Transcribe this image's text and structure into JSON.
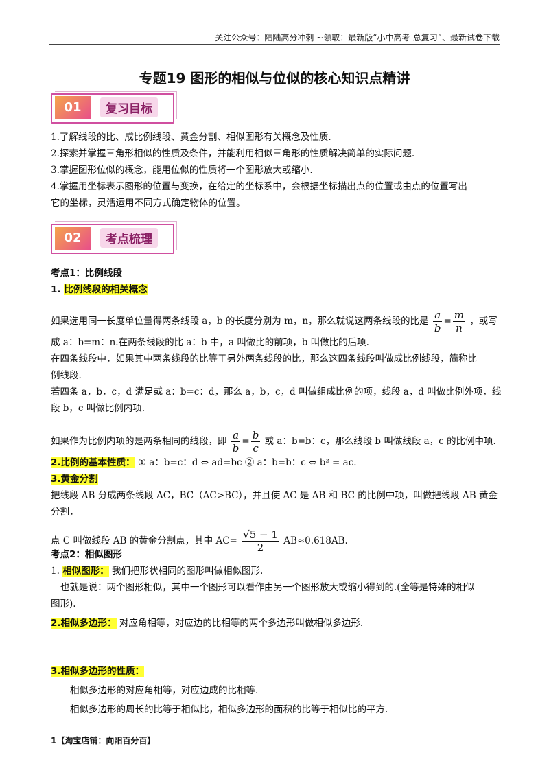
{
  "header": "关注公众号：陆陆高分冲刺  ~领取：最新版“小中高考-总复习”、最新试卷下载",
  "title": "专题19  图形的相似与位似的核心知识点精讲",
  "section1": {
    "num": "01",
    "label": "复习目标"
  },
  "goals": [
    "1.了解线段的比、成比例线段、黄金分割、相似图形有关概念及性质.",
    "2.探索并掌握三角形相似的性质及条件，并能利用相似三角形的性质解决简单的实际问题.",
    "3.掌握图形位似的概念，能用位似的性质将一个图形放大或缩小.",
    "4.掌握用坐标表示图形的位置与变换，在给定的坐标系中，会根据坐标描出点的位置或由点的位置写出",
    "它的坐标，灵活运用不同方式确定物体的位置。"
  ],
  "section2": {
    "num": "02",
    "label": "考点梳理"
  },
  "kp1": {
    "title": "考点1：比例线段",
    "h1_num": "1.",
    "h1": "比例线段的相关概念",
    "l1a": "如果选用同一长度单位量得两条线段 a，b 的长度分别为 m，n，那么就说这两条线段的比是",
    "frac_a": "a",
    "frac_b": "b",
    "frac_m": "m",
    "frac_n": "n",
    "l1b": "，或写",
    "l2": "成 a：b=m：n.在两条线段的比 a：b 中，a 叫做比的前项，b 叫做比的后项.",
    "l3": "在四条线段中，如果其中两条线段的比等于另外两条线段的比，那么这四条线段叫做成比例线段，简称比",
    "l4": "例线段.",
    "l5": "若四条 a，b，c，d 满足或 a：b=c：d，那么 a，b，c，d 叫做组成比例的项，线段 a，d 叫做比例外项，线",
    "l6": "段 b，c 叫做比例内项.",
    "l7a": "如果作为比例内项的是两条相同的线段，即",
    "f2a": "a",
    "f2b": "b",
    "f2c": "b",
    "f2d": "c",
    "l7b": "或 a：b=b：c，那么线段 b 叫做线段 a，c 的比例中项.",
    "h2": "2.比例的基本性质：",
    "h2_text": "①  a：b=c：d ⇔ ad=bc      ②  a：b=b：c ⇔ b² = ac.",
    "h3": "3.黄金分割",
    "l8": "把线段 AB 分成两条线段 AC，BC（AC>BC），并且使 AC 是 AB 和 BC 的比例中项，叫做把线段 AB 黄金分割，",
    "l9a": "点 C 叫做线段 AB 的黄金分割点，其中 AC=",
    "gold_num": "√5 − 1",
    "gold_den": "2",
    "l9b": "AB≈0.618AB."
  },
  "kp2": {
    "title": "考点2：相似图形",
    "h1_num": "1.",
    "h1": "相似图形：",
    "h1_text": "我们把形状相同的图形叫做相似图形.",
    "l1": "也就是说：两个图形相似，其中一个图形可以看作由另一个图形放大或缩小得到的.(全等是特殊的相似",
    "l2": "图形).",
    "h2": "2.相似多边形：",
    "h2_text": "对应角相等，对应边的比相等的两个多边形叫做相似多边形.",
    "h3": "3.相似多边形的性质：",
    "p1": "相似多边形的对应角相等，对应边成的比相等.",
    "p2": "相似多边形的周长的比等于相似比，相似多边形的面积的比等于相似比的平方."
  },
  "footer": "1【淘宝店铺：向阳百分百】"
}
